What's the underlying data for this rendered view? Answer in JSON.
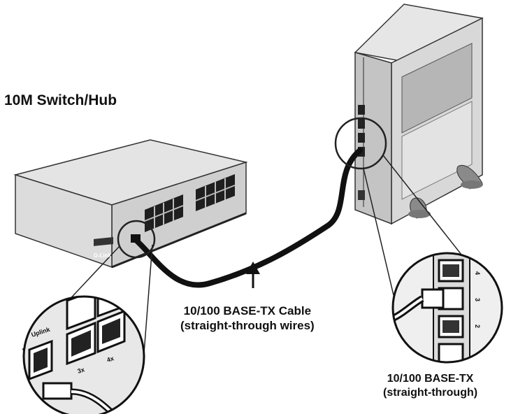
{
  "diagram": {
    "hub_label": "10M Switch/Hub",
    "cable_label_line1": "10/100 BASE-TX Cable",
    "cable_label_line2": "(straight-through wires)",
    "port_label_line1": "10/100 BASE-TX",
    "port_label_line2": "(straight-through)",
    "hub_brand": "D-Link",
    "hub_zoom_labels": [
      "Uplink",
      "3x",
      "4x"
    ],
    "device_port_numbers": [
      "4",
      "3",
      "2"
    ]
  },
  "colors": {
    "line": "#111111",
    "hub_front": "#d6d6d6",
    "hub_top": "#e6e6e6",
    "device_body": "#d9d9d9",
    "device_panel": "#b8b8b8",
    "port": "#222222"
  }
}
